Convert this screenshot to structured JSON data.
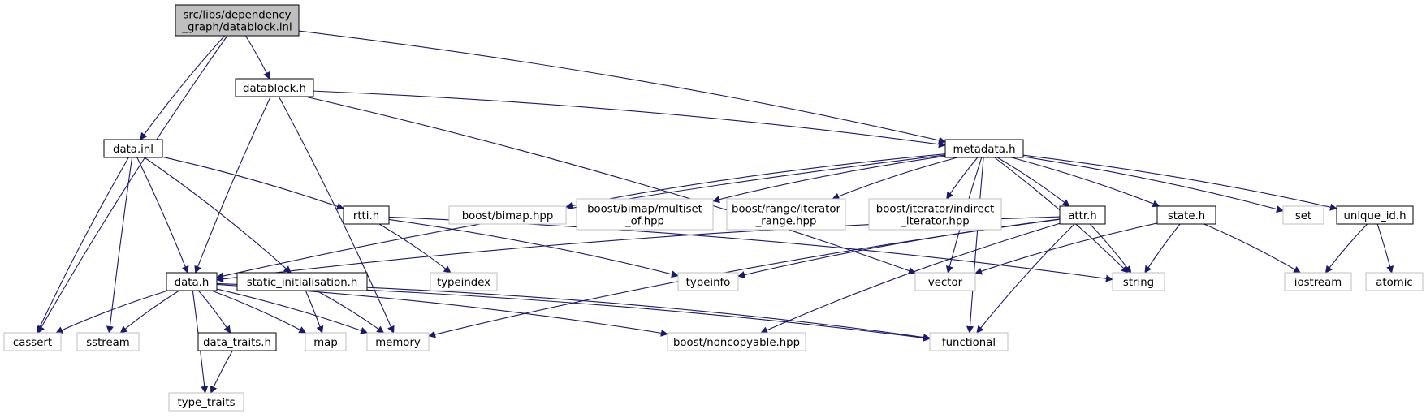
{
  "colors": {
    "edge": "#191970",
    "root_fill": "#bfbfbf",
    "node_border": "#000000",
    "external_border": "#bfbfbf",
    "node_fill": "#ffffff"
  },
  "nodes": [
    {
      "id": "root",
      "lines": [
        "src/libs/dependency",
        "_graph/datablock.inl"
      ],
      "kind": "root"
    },
    {
      "id": "datablock_h",
      "lines": [
        "datablock.h"
      ],
      "kind": "file"
    },
    {
      "id": "data_inl",
      "lines": [
        "data.inl"
      ],
      "kind": "file"
    },
    {
      "id": "metadata_h",
      "lines": [
        "metadata.h"
      ],
      "kind": "file"
    },
    {
      "id": "rtti_h",
      "lines": [
        "rtti.h"
      ],
      "kind": "file"
    },
    {
      "id": "data_h",
      "lines": [
        "data.h"
      ],
      "kind": "file"
    },
    {
      "id": "static_init_h",
      "lines": [
        "static_initialisation.h"
      ],
      "kind": "file"
    },
    {
      "id": "data_traits_h",
      "lines": [
        "data_traits.h"
      ],
      "kind": "file"
    },
    {
      "id": "attr_h",
      "lines": [
        "attr.h"
      ],
      "kind": "file"
    },
    {
      "id": "state_h",
      "lines": [
        "state.h"
      ],
      "kind": "file"
    },
    {
      "id": "unique_id_h",
      "lines": [
        "unique_id.h"
      ],
      "kind": "file"
    },
    {
      "id": "bimap",
      "lines": [
        "boost/bimap.hpp"
      ],
      "kind": "external"
    },
    {
      "id": "multiset",
      "lines": [
        "boost/bimap/multiset",
        "_of.hpp"
      ],
      "kind": "external"
    },
    {
      "id": "iter_range",
      "lines": [
        "boost/range/iterator",
        "_range.hpp"
      ],
      "kind": "external"
    },
    {
      "id": "indirect_iter",
      "lines": [
        "boost/iterator/indirect",
        "_iterator.hpp"
      ],
      "kind": "external"
    },
    {
      "id": "set",
      "lines": [
        "set"
      ],
      "kind": "external"
    },
    {
      "id": "typeindex",
      "lines": [
        "typeindex"
      ],
      "kind": "external"
    },
    {
      "id": "typeinfo",
      "lines": [
        "typeinfo"
      ],
      "kind": "external"
    },
    {
      "id": "vector",
      "lines": [
        "vector"
      ],
      "kind": "external"
    },
    {
      "id": "string",
      "lines": [
        "string"
      ],
      "kind": "external"
    },
    {
      "id": "iostream",
      "lines": [
        "iostream"
      ],
      "kind": "external"
    },
    {
      "id": "atomic",
      "lines": [
        "atomic"
      ],
      "kind": "external"
    },
    {
      "id": "cassert",
      "lines": [
        "cassert"
      ],
      "kind": "external"
    },
    {
      "id": "sstream",
      "lines": [
        "sstream"
      ],
      "kind": "external"
    },
    {
      "id": "map",
      "lines": [
        "map"
      ],
      "kind": "external"
    },
    {
      "id": "memory",
      "lines": [
        "memory"
      ],
      "kind": "external"
    },
    {
      "id": "noncopyable",
      "lines": [
        "boost/noncopyable.hpp"
      ],
      "kind": "external"
    },
    {
      "id": "functional",
      "lines": [
        "functional"
      ],
      "kind": "external"
    },
    {
      "id": "type_traits",
      "lines": [
        "type_traits"
      ],
      "kind": "external"
    }
  ],
  "edges": [
    [
      "root",
      "datablock_h"
    ],
    [
      "root",
      "data_inl"
    ],
    [
      "root",
      "metadata_h"
    ],
    [
      "root",
      "cassert"
    ],
    [
      "datablock_h",
      "metadata_h"
    ],
    [
      "datablock_h",
      "data_h"
    ],
    [
      "datablock_h",
      "memory"
    ],
    [
      "datablock_h",
      "vector"
    ],
    [
      "data_inl",
      "data_h"
    ],
    [
      "data_inl",
      "rtti_h"
    ],
    [
      "data_inl",
      "static_init_h"
    ],
    [
      "data_inl",
      "cassert"
    ],
    [
      "data_inl",
      "sstream"
    ],
    [
      "metadata_h",
      "data_h"
    ],
    [
      "metadata_h",
      "bimap"
    ],
    [
      "metadata_h",
      "multiset"
    ],
    [
      "metadata_h",
      "iter_range"
    ],
    [
      "metadata_h",
      "indirect_iter"
    ],
    [
      "metadata_h",
      "attr_h"
    ],
    [
      "metadata_h",
      "state_h"
    ],
    [
      "metadata_h",
      "set"
    ],
    [
      "metadata_h",
      "unique_id_h"
    ],
    [
      "metadata_h",
      "vector"
    ],
    [
      "metadata_h",
      "string"
    ],
    [
      "metadata_h",
      "functional"
    ],
    [
      "rtti_h",
      "typeindex"
    ],
    [
      "rtti_h",
      "typeinfo"
    ],
    [
      "rtti_h",
      "string"
    ],
    [
      "attr_h",
      "data_h"
    ],
    [
      "attr_h",
      "typeinfo"
    ],
    [
      "attr_h",
      "string"
    ],
    [
      "attr_h",
      "memory"
    ],
    [
      "attr_h",
      "noncopyable"
    ],
    [
      "attr_h",
      "functional"
    ],
    [
      "state_h",
      "vector"
    ],
    [
      "state_h",
      "string"
    ],
    [
      "state_h",
      "iostream"
    ],
    [
      "unique_id_h",
      "iostream"
    ],
    [
      "unique_id_h",
      "atomic"
    ],
    [
      "data_h",
      "cassert"
    ],
    [
      "data_h",
      "sstream"
    ],
    [
      "data_h",
      "data_traits_h"
    ],
    [
      "data_h",
      "map"
    ],
    [
      "data_h",
      "memory"
    ],
    [
      "data_h",
      "noncopyable"
    ],
    [
      "data_h",
      "functional"
    ],
    [
      "data_h",
      "type_traits"
    ],
    [
      "static_init_h",
      "map"
    ],
    [
      "static_init_h",
      "memory"
    ],
    [
      "static_init_h",
      "functional"
    ],
    [
      "data_traits_h",
      "type_traits"
    ]
  ]
}
